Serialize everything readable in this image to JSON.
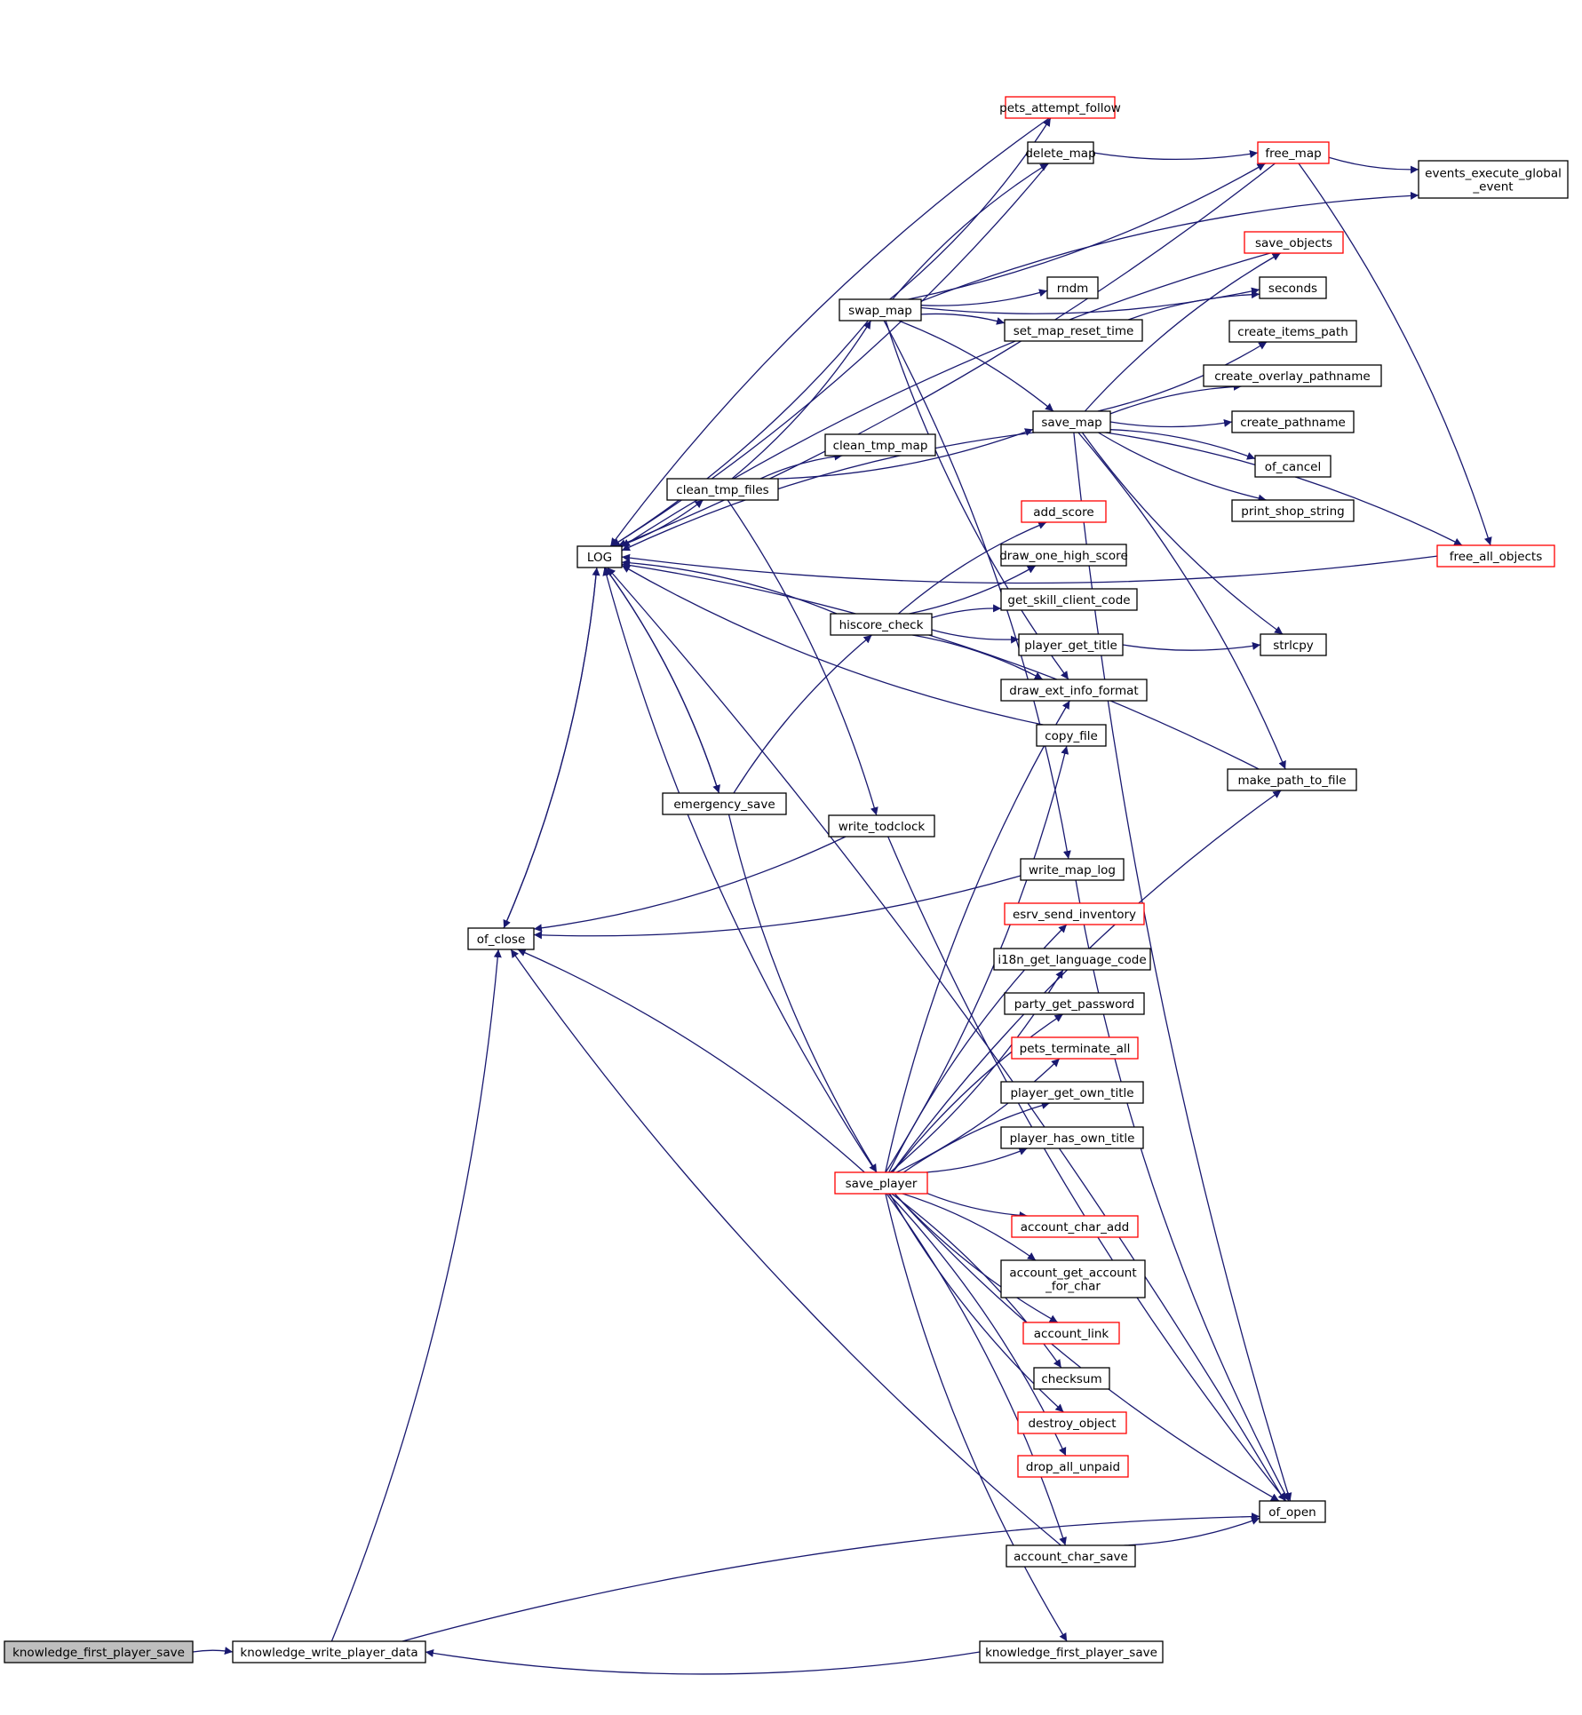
{
  "colors": {
    "edge": "#191970",
    "node_border": "#000000",
    "node_border_highlight": "#ff0000",
    "root_fill": "#bfbfbf",
    "background": "#ffffff"
  },
  "nodes": {
    "kfps_root": {
      "label": [
        "knowledge_first_player_save"
      ],
      "style": "root"
    },
    "kwpd": {
      "label": [
        "knowledge_write_player_data"
      ],
      "style": "normal"
    },
    "of_close": {
      "label": [
        "of_close"
      ],
      "style": "normal"
    },
    "log": {
      "label": [
        "LOG"
      ],
      "style": "normal"
    },
    "clean_tmp_files": {
      "label": [
        "clean_tmp_files"
      ],
      "style": "normal"
    },
    "emergency_save": {
      "label": [
        "emergency_save"
      ],
      "style": "normal"
    },
    "swap_map": {
      "label": [
        "swap_map"
      ],
      "style": "normal"
    },
    "clean_tmp_map": {
      "label": [
        "clean_tmp_map"
      ],
      "style": "normal"
    },
    "hiscore_check": {
      "label": [
        "hiscore_check"
      ],
      "style": "normal"
    },
    "write_todclock": {
      "label": [
        "write_todclock"
      ],
      "style": "normal"
    },
    "save_player": {
      "label": [
        "save_player"
      ],
      "style": "red"
    },
    "pets_attempt_follow": {
      "label": [
        "pets_attempt_follow"
      ],
      "style": "red"
    },
    "delete_map": {
      "label": [
        "delete_map"
      ],
      "style": "normal"
    },
    "rndm": {
      "label": [
        "rndm"
      ],
      "style": "normal"
    },
    "set_map_reset_time": {
      "label": [
        "set_map_reset_time"
      ],
      "style": "normal"
    },
    "save_map": {
      "label": [
        "save_map"
      ],
      "style": "normal"
    },
    "add_score": {
      "label": [
        "add_score"
      ],
      "style": "red"
    },
    "draw_one_high_score": {
      "label": [
        "draw_one_high_score"
      ],
      "style": "normal"
    },
    "get_skill_client_code": {
      "label": [
        "get_skill_client_code"
      ],
      "style": "normal"
    },
    "player_get_title": {
      "label": [
        "player_get_title"
      ],
      "style": "normal"
    },
    "draw_ext_info_format": {
      "label": [
        "draw_ext_info_format"
      ],
      "style": "normal"
    },
    "copy_file": {
      "label": [
        "copy_file"
      ],
      "style": "normal"
    },
    "write_map_log": {
      "label": [
        "write_map_log"
      ],
      "style": "normal"
    },
    "esrv_send_inventory": {
      "label": [
        "esrv_send_inventory"
      ],
      "style": "red"
    },
    "i18n_get_language_code": {
      "label": [
        "i18n_get_language_code"
      ],
      "style": "normal"
    },
    "party_get_password": {
      "label": [
        "party_get_password"
      ],
      "style": "normal"
    },
    "pets_terminate_all": {
      "label": [
        "pets_terminate_all"
      ],
      "style": "red"
    },
    "player_get_own_title": {
      "label": [
        "player_get_own_title"
      ],
      "style": "normal"
    },
    "player_has_own_title": {
      "label": [
        "player_has_own_title"
      ],
      "style": "normal"
    },
    "account_char_add": {
      "label": [
        "account_char_add"
      ],
      "style": "red"
    },
    "account_get_account_for_char": {
      "label": [
        "account_get_account",
        "_for_char"
      ],
      "style": "normal"
    },
    "account_link": {
      "label": [
        "account_link"
      ],
      "style": "red"
    },
    "checksum": {
      "label": [
        "checksum"
      ],
      "style": "normal"
    },
    "destroy_object": {
      "label": [
        "destroy_object"
      ],
      "style": "red"
    },
    "drop_all_unpaid": {
      "label": [
        "drop_all_unpaid"
      ],
      "style": "red"
    },
    "account_char_save": {
      "label": [
        "account_char_save"
      ],
      "style": "normal"
    },
    "kfps_callee": {
      "label": [
        "knowledge_first_player_save"
      ],
      "style": "normal"
    },
    "free_map": {
      "label": [
        "free_map"
      ],
      "style": "red"
    },
    "events_execute_global_event": {
      "label": [
        "events_execute_global",
        "_event"
      ],
      "style": "normal"
    },
    "save_objects": {
      "label": [
        "save_objects"
      ],
      "style": "red"
    },
    "seconds": {
      "label": [
        "seconds"
      ],
      "style": "normal"
    },
    "create_items_path": {
      "label": [
        "create_items_path"
      ],
      "style": "normal"
    },
    "create_overlay_pathname": {
      "label": [
        "create_overlay_pathname"
      ],
      "style": "normal"
    },
    "create_pathname": {
      "label": [
        "create_pathname"
      ],
      "style": "normal"
    },
    "of_cancel": {
      "label": [
        "of_cancel"
      ],
      "style": "normal"
    },
    "print_shop_string": {
      "label": [
        "print_shop_string"
      ],
      "style": "normal"
    },
    "free_all_objects": {
      "label": [
        "free_all_objects"
      ],
      "style": "red"
    },
    "strlcpy": {
      "label": [
        "strlcpy"
      ],
      "style": "normal"
    },
    "make_path_to_file": {
      "label": [
        "make_path_to_file"
      ],
      "style": "normal"
    },
    "of_open": {
      "label": [
        "of_open"
      ],
      "style": "normal"
    }
  },
  "edges": [
    [
      "kfps_root",
      "kwpd"
    ],
    [
      "kwpd",
      "of_close"
    ],
    [
      "kwpd",
      "of_open"
    ],
    [
      "of_close",
      "log"
    ],
    [
      "log",
      "of_close"
    ],
    [
      "log",
      "clean_tmp_files"
    ],
    [
      "log",
      "emergency_save"
    ],
    [
      "clean_tmp_files",
      "swap_map"
    ],
    [
      "clean_tmp_files",
      "clean_tmp_map"
    ],
    [
      "clean_tmp_files",
      "save_map"
    ],
    [
      "clean_tmp_files",
      "write_todclock"
    ],
    [
      "emergency_save",
      "log"
    ],
    [
      "emergency_save",
      "hiscore_check"
    ],
    [
      "emergency_save",
      "save_player"
    ],
    [
      "swap_map",
      "log"
    ],
    [
      "swap_map",
      "pets_attempt_follow"
    ],
    [
      "swap_map",
      "delete_map"
    ],
    [
      "swap_map",
      "free_map"
    ],
    [
      "swap_map",
      "events_execute_global_event"
    ],
    [
      "swap_map",
      "rndm"
    ],
    [
      "swap_map",
      "set_map_reset_time"
    ],
    [
      "swap_map",
      "seconds"
    ],
    [
      "swap_map",
      "save_map"
    ],
    [
      "swap_map",
      "draw_ext_info_format"
    ],
    [
      "swap_map",
      "write_map_log"
    ],
    [
      "pets_attempt_follow",
      "log"
    ],
    [
      "delete_map",
      "log"
    ],
    [
      "delete_map",
      "free_map"
    ],
    [
      "free_map",
      "log"
    ],
    [
      "free_map",
      "events_execute_global_event"
    ],
    [
      "free_map",
      "free_all_objects"
    ],
    [
      "save_objects",
      "log"
    ],
    [
      "set_map_reset_time",
      "seconds"
    ],
    [
      "save_map",
      "log"
    ],
    [
      "save_map",
      "save_objects"
    ],
    [
      "save_map",
      "create_items_path"
    ],
    [
      "save_map",
      "create_overlay_pathname"
    ],
    [
      "save_map",
      "create_pathname"
    ],
    [
      "save_map",
      "of_cancel"
    ],
    [
      "save_map",
      "print_shop_string"
    ],
    [
      "save_map",
      "free_all_objects"
    ],
    [
      "save_map",
      "strlcpy"
    ],
    [
      "save_map",
      "make_path_to_file"
    ],
    [
      "save_map",
      "of_open"
    ],
    [
      "free_all_objects",
      "log"
    ],
    [
      "hiscore_check",
      "log"
    ],
    [
      "hiscore_check",
      "add_score"
    ],
    [
      "hiscore_check",
      "draw_one_high_score"
    ],
    [
      "hiscore_check",
      "get_skill_client_code"
    ],
    [
      "hiscore_check",
      "player_get_title"
    ],
    [
      "hiscore_check",
      "draw_ext_info_format"
    ],
    [
      "player_get_title",
      "strlcpy"
    ],
    [
      "copy_file",
      "log"
    ],
    [
      "make_path_to_file",
      "log"
    ],
    [
      "write_todclock",
      "of_close"
    ],
    [
      "write_todclock",
      "of_open"
    ],
    [
      "write_map_log",
      "of_close"
    ],
    [
      "write_map_log",
      "of_open"
    ],
    [
      "save_player",
      "log"
    ],
    [
      "save_player",
      "of_close"
    ],
    [
      "save_player",
      "draw_ext_info_format"
    ],
    [
      "save_player",
      "copy_file"
    ],
    [
      "save_player",
      "esrv_send_inventory"
    ],
    [
      "save_player",
      "i18n_get_language_code"
    ],
    [
      "save_player",
      "party_get_password"
    ],
    [
      "save_player",
      "pets_terminate_all"
    ],
    [
      "save_player",
      "player_get_own_title"
    ],
    [
      "save_player",
      "player_has_own_title"
    ],
    [
      "save_player",
      "make_path_to_file"
    ],
    [
      "save_player",
      "account_char_add"
    ],
    [
      "save_player",
      "account_get_account_for_char"
    ],
    [
      "save_player",
      "account_link"
    ],
    [
      "save_player",
      "checksum"
    ],
    [
      "save_player",
      "destroy_object"
    ],
    [
      "save_player",
      "drop_all_unpaid"
    ],
    [
      "save_player",
      "of_open"
    ],
    [
      "save_player",
      "account_char_save"
    ],
    [
      "save_player",
      "kfps_callee"
    ],
    [
      "account_char_save",
      "of_close"
    ],
    [
      "account_char_save",
      "of_open"
    ],
    [
      "kfps_callee",
      "kwpd"
    ],
    [
      "of_open",
      "log"
    ]
  ]
}
